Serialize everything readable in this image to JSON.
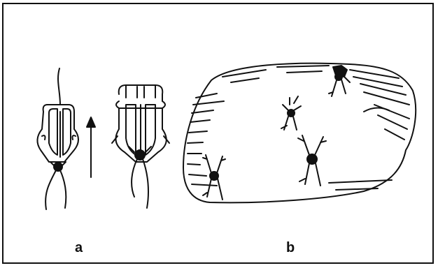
{
  "figure": {
    "panels": [
      {
        "id": "a",
        "label": "a"
      },
      {
        "id": "b",
        "label": "b"
      }
    ],
    "colors": {
      "ink": "#111111",
      "paper": "#ffffff"
    }
  }
}
